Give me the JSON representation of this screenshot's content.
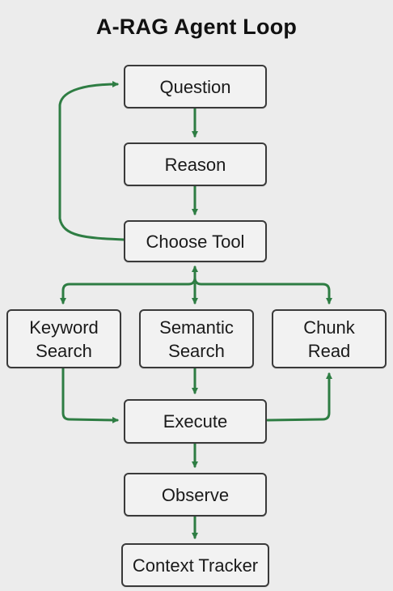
{
  "title": "A-RAG Agent Loop",
  "colors": {
    "arrow": "#2e7d43",
    "node_border": "#3a3a3a",
    "node_fill": "#f2f2f2",
    "background": "#ececec"
  },
  "nodes": {
    "question": "Question",
    "reason": "Reason",
    "choose_tool": "Choose Tool",
    "keyword_search_line1": "Keyword",
    "keyword_search_line2": "Search",
    "semantic_search_line1": "Semantic",
    "semantic_search_line2": "Search",
    "chunk_read_line1": "Chunk",
    "chunk_read_line2": "Read",
    "execute": "Execute",
    "observe": "Observe",
    "context_tracker": "Context Tracker"
  }
}
